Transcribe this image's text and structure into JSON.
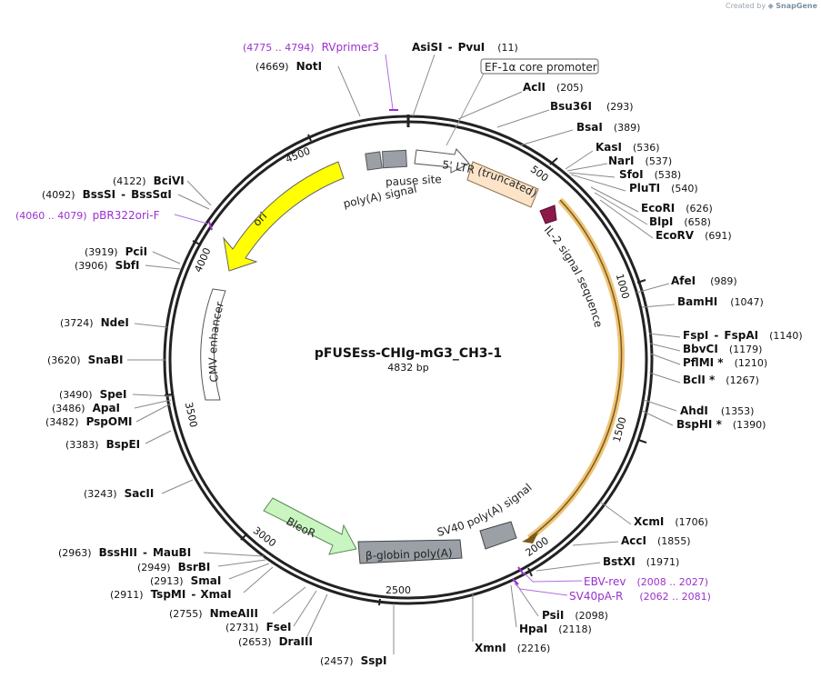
{
  "credit": {
    "prefix": "Created by",
    "brand": "SnapGene"
  },
  "plasmid": {
    "name": "pFUSEss-CHIg-mG3_CH3-1",
    "size": "4832 bp"
  },
  "ticks": [
    "500",
    "1000",
    "1500",
    "2000",
    "2500",
    "3000",
    "3500",
    "4000",
    "4500"
  ],
  "features": {
    "ef1a": "EF-1α core promoter",
    "pause_site": "pause site",
    "polya_signal": "poly(A) signal",
    "ltr": "5' LTR (truncated)",
    "il2": "IL-2 signal sequence",
    "ori": "ori",
    "cmv": "CMV enhancer",
    "bleor": "BleoR",
    "bglobin": "β-globin poly(A)",
    "sv40": "SV40 poly(A) signal"
  },
  "colors": {
    "ori": "#ffff00",
    "ltr": "#fde4c8",
    "il2_marker": "#8b1a4a",
    "cds_highlight": "#e8b04a",
    "bleor": "#c8f5c0",
    "grey_feature": "#9aa0a6",
    "primer": "#9b30d0"
  },
  "enzymes": [
    {
      "name": "AsiSI",
      "name2": "PvuI",
      "pos": "(11)"
    },
    {
      "name": "AclI",
      "pos": "(205)"
    },
    {
      "name": "Bsu36I",
      "pos": "(293)"
    },
    {
      "name": "BsaI",
      "pos": "(389)"
    },
    {
      "name": "KasI",
      "pos": "(536)"
    },
    {
      "name": "NarI",
      "pos": "(537)"
    },
    {
      "name": "SfoI",
      "pos": "(538)"
    },
    {
      "name": "PluTI",
      "pos": "(540)"
    },
    {
      "name": "EcoRI",
      "pos": "(626)"
    },
    {
      "name": "BlpI",
      "pos": "(658)"
    },
    {
      "name": "EcoRV",
      "pos": "(691)"
    },
    {
      "name": "AfeI",
      "pos": "(989)"
    },
    {
      "name": "BamHI",
      "pos": "(1047)"
    },
    {
      "name": "FspI",
      "name2": "FspAI",
      "pos": "(1140)"
    },
    {
      "name": "BbvCI",
      "pos": "(1179)"
    },
    {
      "name": "PflMI *",
      "pos": "(1210)"
    },
    {
      "name": "BclI *",
      "pos": "(1267)"
    },
    {
      "name": "AhdI",
      "pos": "(1353)"
    },
    {
      "name": "BspHI *",
      "pos": "(1390)"
    },
    {
      "name": "XcmI",
      "pos": "(1706)"
    },
    {
      "name": "AccI",
      "pos": "(1855)"
    },
    {
      "name": "BstXI",
      "pos": "(1971)"
    },
    {
      "name": "PsiI",
      "pos": "(2098)"
    },
    {
      "name": "HpaI",
      "pos": "(2118)"
    },
    {
      "name": "XmnI",
      "pos": "(2216)"
    },
    {
      "name": "SspI",
      "pos": "(2457)"
    },
    {
      "name": "DraIII",
      "pos": "(2653)"
    },
    {
      "name": "FseI",
      "pos": "(2731)"
    },
    {
      "name": "NmeAIII",
      "pos": "(2755)"
    },
    {
      "name": "TspMI",
      "name2": "XmaI",
      "pos": "(2911)"
    },
    {
      "name": "SmaI",
      "pos": "(2913)"
    },
    {
      "name": "BsrBI",
      "pos": "(2949)"
    },
    {
      "name": "BssHII",
      "name2": "MauBI",
      "pos": "(2963)"
    },
    {
      "name": "SacII",
      "pos": "(3243)"
    },
    {
      "name": "BspEI",
      "pos": "(3383)"
    },
    {
      "name": "PspOMI",
      "pos": "(3482)"
    },
    {
      "name": "ApaI",
      "pos": "(3486)"
    },
    {
      "name": "SpeI",
      "pos": "(3490)"
    },
    {
      "name": "SnaBI",
      "pos": "(3620)"
    },
    {
      "name": "NdeI",
      "pos": "(3724)"
    },
    {
      "name": "SbfI",
      "pos": "(3906)"
    },
    {
      "name": "PciI",
      "pos": "(3919)"
    },
    {
      "name": "BssSI",
      "name2": "BssSαI",
      "pos": "(4092)"
    },
    {
      "name": "BciVI",
      "pos": "(4122)"
    },
    {
      "name": "NotI",
      "pos": "(4669)"
    }
  ],
  "primers": [
    {
      "name": "RVprimer3",
      "range": "(4775 .. 4794)"
    },
    {
      "name": "pBR322ori-F",
      "range": "(4060 .. 4079)"
    },
    {
      "name": "EBV-rev",
      "range": "(2008 .. 2027)"
    },
    {
      "name": "SV40pA-R",
      "range": "(2062 .. 2081)"
    }
  ]
}
